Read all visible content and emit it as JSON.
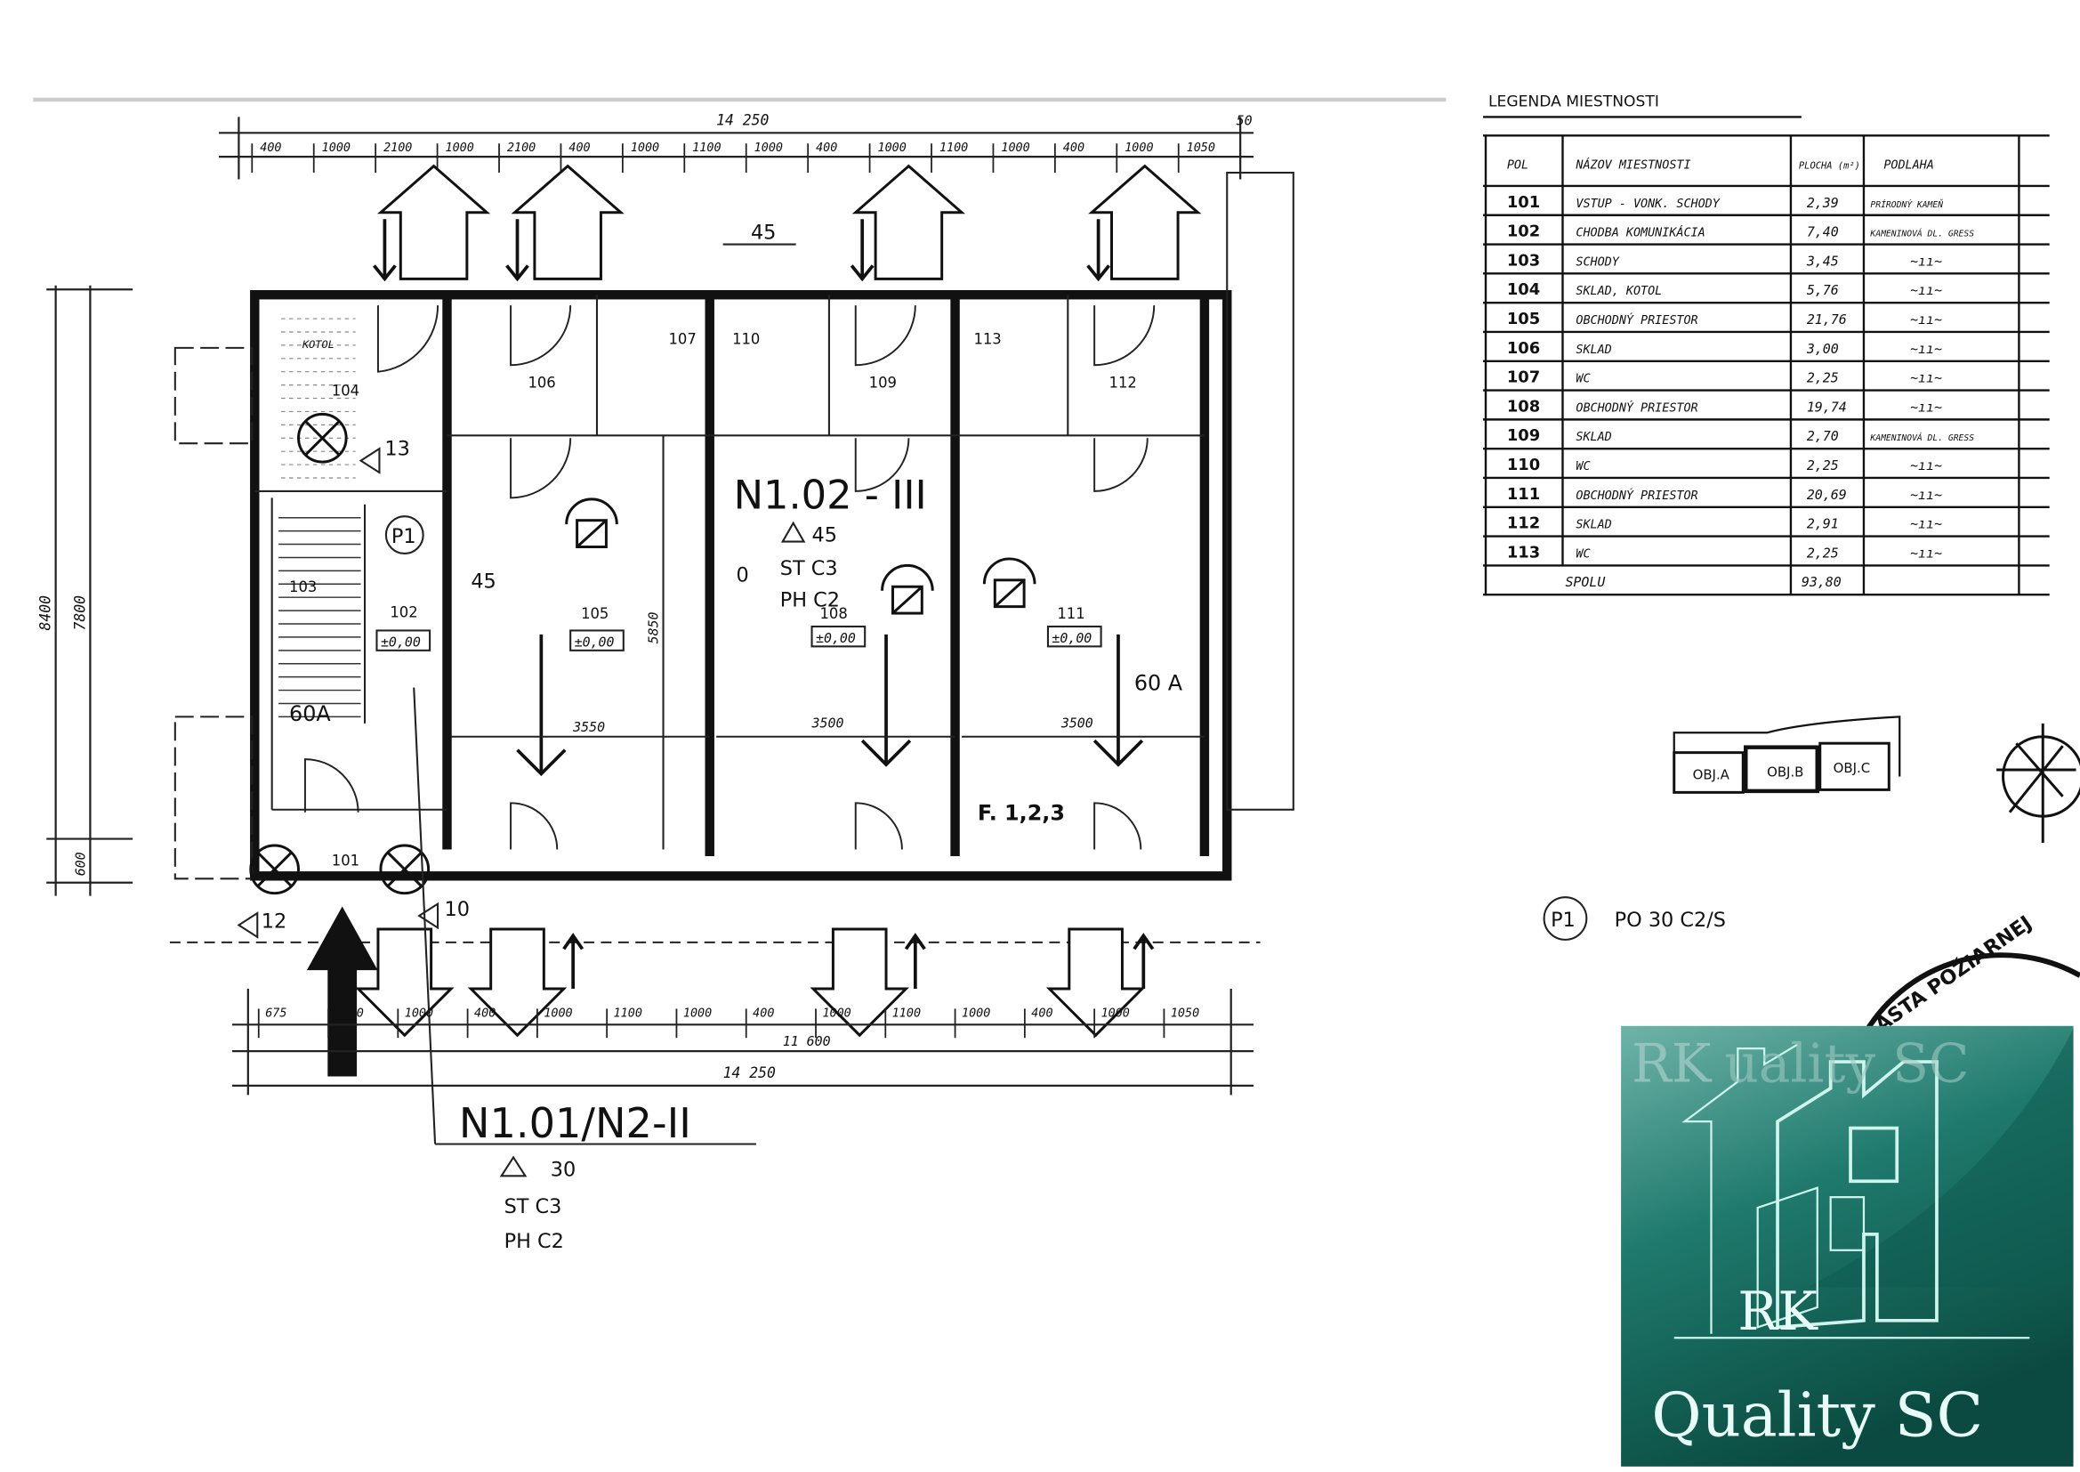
{
  "plan": {
    "top_total": "14 250",
    "top_end": "50",
    "top_dims": [
      "400",
      "1000",
      "2100",
      "1000",
      "2100",
      "400",
      "1000",
      "1100",
      "1000",
      "400",
      "1000",
      "1100",
      "1000",
      "400",
      "1000",
      "1050"
    ],
    "bottom_dims": [
      "675",
      "1150",
      "1000",
      "400",
      "1000",
      "1100",
      "1000",
      "400",
      "1000",
      "1100",
      "1000",
      "400",
      "1000",
      "1050"
    ],
    "bottom_sub": "11 600",
    "bottom_total": "14 250",
    "left_dims": [
      "8400",
      "7800",
      "600"
    ],
    "rooms": {
      "r101": "101",
      "r102": "102",
      "r103": "103",
      "r104": "104",
      "r105": "105",
      "r106": "106",
      "r107": "107",
      "r108": "108",
      "r109": "109",
      "r110": "110",
      "r111": "111",
      "r112": "112",
      "r113": "113"
    },
    "level_mark": "±0,00",
    "room_dims": {
      "d105": "3550",
      "d108": "3500",
      "d111": "3500",
      "h105": "5850"
    },
    "unit_label_main": "N1.02 - III",
    "unit_main_fire": "45",
    "unit_main_st": "ST C3",
    "unit_main_ph": "PH C2",
    "unit_label_bottom": "N1.01/N2-II",
    "unit_bottom_fire": "30",
    "unit_bottom_st": "ST C3",
    "unit_bottom_ph": "PH C2",
    "notes": {
      "n45a": "45",
      "n45b": "45",
      "n0": "0",
      "n60a": "60 A",
      "n60b": "60A",
      "f123": "F. 1,2,3",
      "n12": "12",
      "n10": "10",
      "n13": "13",
      "p1": "P1",
      "koto": "KOTOL"
    }
  },
  "legend": {
    "title": "LEGENDA MIESTNOSTI",
    "headers": [
      "POL",
      "NÁZOV MIESTNOSTI",
      "PLOCHA (m²)",
      "PODLAHA"
    ],
    "rows": [
      [
        "101",
        "VSTUP - VONK. SCHODY",
        "2,39",
        "PRÍRODNÝ KAMEŇ"
      ],
      [
        "102",
        "CHODBA KOMUNIKÁCIA",
        "7,40",
        "KAMENINOVÁ DL. GRESS"
      ],
      [
        "103",
        "SCHODY",
        "3,45",
        "~ıı~"
      ],
      [
        "104",
        "SKLAD, KOTOL",
        "5,76",
        "~ıı~"
      ],
      [
        "105",
        "OBCHODNÝ PRIESTOR",
        "21,76",
        "~ıı~"
      ],
      [
        "106",
        "SKLAD",
        "3,00",
        "~ıı~"
      ],
      [
        "107",
        "WC",
        "2,25",
        "~ıı~"
      ],
      [
        "108",
        "OBCHODNÝ PRIESTOR",
        "19,74",
        "~ıı~"
      ],
      [
        "109",
        "SKLAD",
        "2,70",
        "KAMENINOVÁ DL. GRESS"
      ],
      [
        "110",
        "WC",
        "2,25",
        "~ıı~"
      ],
      [
        "111",
        "OBCHODNÝ PRIESTOR",
        "20,69",
        "~ıı~"
      ],
      [
        "112",
        "SKLAD",
        "2,91",
        "~ıı~"
      ],
      [
        "113",
        "WC",
        "2,25",
        "~ıı~"
      ]
    ],
    "total_label": "SPOLU",
    "total_value": "93,80"
  },
  "site_plan": {
    "a": "OBJ.A",
    "b": "OBJ.B",
    "c": "OBJ.C"
  },
  "fire_note": {
    "badge": "P1",
    "text": "PO 30 C2/S"
  },
  "stamp_text": "ASTA POŽIARNEJ",
  "watermark": {
    "line1": "RK",
    "line2": "Quality SC",
    "ghost1": "RK",
    "ghost2": "uality SC",
    "bg_top": "#5fa9a0",
    "bg_bottom": "#0b4f45"
  }
}
